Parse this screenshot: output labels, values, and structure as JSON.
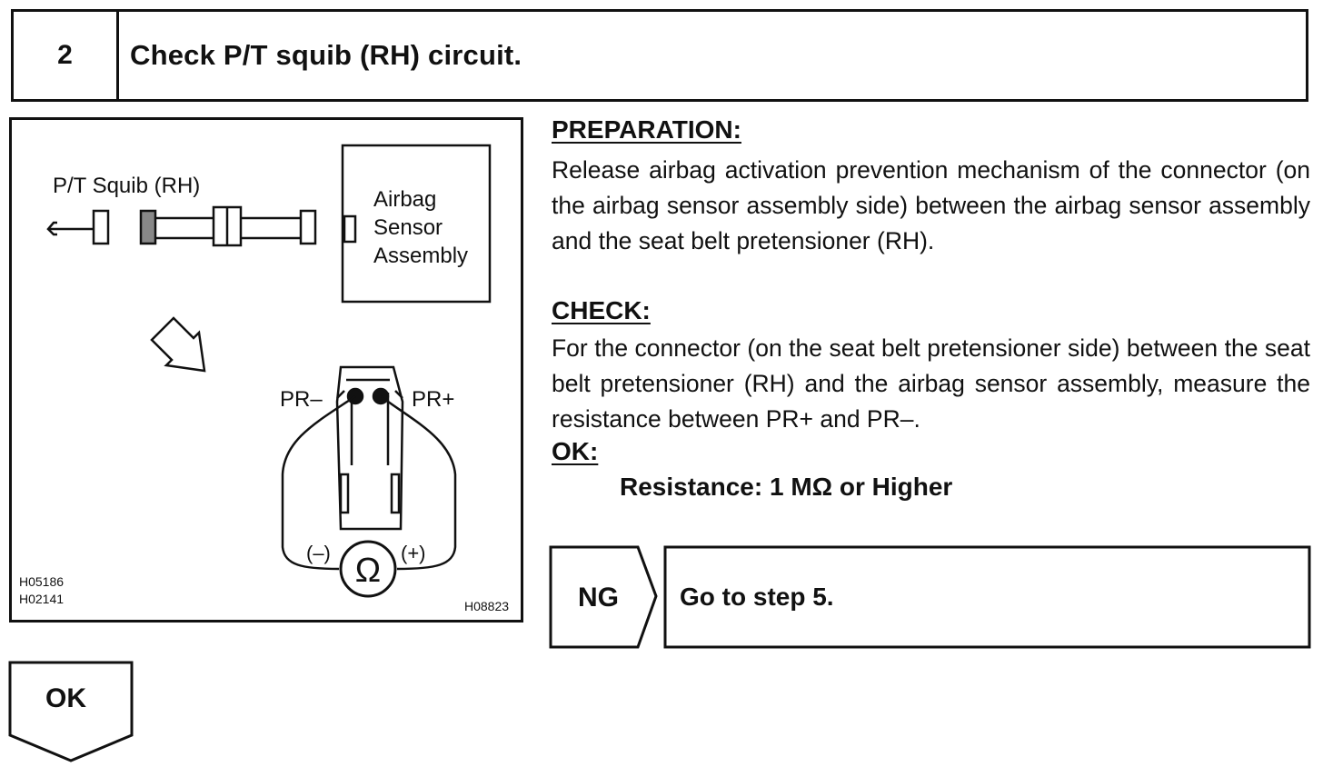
{
  "step": {
    "number": "2",
    "title": "Check P/T squib (RH) circuit."
  },
  "diagram": {
    "squib_label": "P/T Squib (RH)",
    "sensor_label_lines": [
      "Airbag",
      "Sensor",
      "Assembly"
    ],
    "pr_minus": "PR–",
    "pr_plus": "PR+",
    "meter_minus": "(–)",
    "meter_plus": "(+)",
    "meter_symbol": "Ω",
    "code_1": "H05186",
    "code_2": "H02141",
    "code_3": "H08823"
  },
  "preparation": {
    "heading": "PREPARATION:",
    "text": "Release airbag activation prevention mechanism of the connector (on the airbag sensor assembly side) between the airbag sensor assembly and the seat belt pretensioner (RH)."
  },
  "check": {
    "heading": "CHECK:",
    "text": "For the connector (on the seat belt pretensioner side) between the seat belt pretensioner (RH) and the airbag sensor assembly, measure the resistance between PR+ and PR–."
  },
  "ok": {
    "heading": "OK:",
    "spec": "Resistance: 1 MΩ or Higher"
  },
  "ng_flow": {
    "label": "NG",
    "action": "Go to step 5."
  },
  "ok_flow": {
    "label": "OK"
  }
}
